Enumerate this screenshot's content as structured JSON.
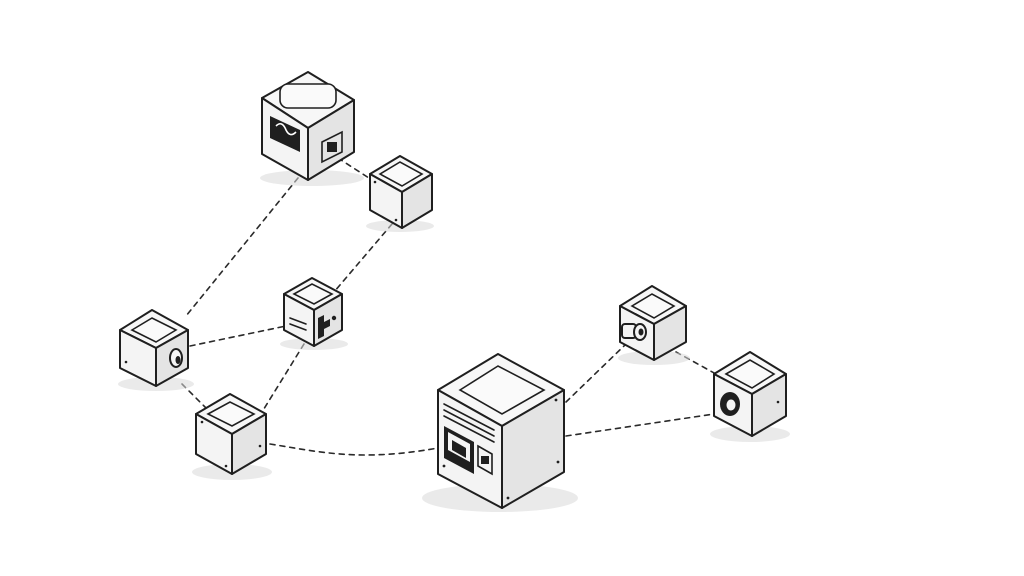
{
  "diagram": {
    "style": "hand-drawn isometric network of cubes",
    "colors": {
      "ink": "#1f1f1f",
      "paper": "#ffffff",
      "shade": "#e4e4e4"
    },
    "nodes": [
      {
        "id": "node-top",
        "icon": "monitor-port-icon"
      },
      {
        "id": "node-top-right-small",
        "icon": "none"
      },
      {
        "id": "node-middle",
        "icon": "plug-icon"
      },
      {
        "id": "node-left",
        "icon": "connector-icon"
      },
      {
        "id": "node-lower-left",
        "icon": "none"
      },
      {
        "id": "node-main-server",
        "icon": "server-panel-icon"
      },
      {
        "id": "node-right-upper",
        "icon": "lens-icon"
      },
      {
        "id": "node-right-lower",
        "icon": "speaker-icon"
      }
    ],
    "edges": [
      {
        "from": "node-top",
        "to": "node-top-right-small"
      },
      {
        "from": "node-top",
        "to": "node-left"
      },
      {
        "from": "node-top-right-small",
        "to": "node-middle"
      },
      {
        "from": "node-left",
        "to": "node-middle"
      },
      {
        "from": "node-left",
        "to": "node-lower-left"
      },
      {
        "from": "node-middle",
        "to": "node-lower-left"
      },
      {
        "from": "node-lower-left",
        "to": "node-main-server"
      },
      {
        "from": "node-main-server",
        "to": "node-right-upper"
      },
      {
        "from": "node-main-server",
        "to": "node-right-lower"
      },
      {
        "from": "node-right-upper",
        "to": "node-right-lower"
      }
    ]
  }
}
